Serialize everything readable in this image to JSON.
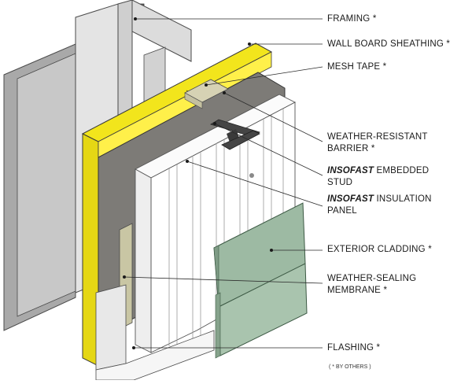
{
  "labels": {
    "framing": "FRAMING *",
    "sheathing": "WALL BOARD SHEATHING *",
    "mesh_tape": "MESH TAPE *",
    "wrb_line1": "WEATHER-RESISTANT",
    "wrb_line2": "BARRIER *",
    "stud_brand": "INSOFAST",
    "stud_line1": " EMBEDDED",
    "stud_line2": "STUD",
    "panel_brand": "INSOFAST",
    "panel_line1": " INSULATION",
    "panel_line2": "PANEL",
    "cladding": "EXTERIOR CLADDING *",
    "membrane_line1": "WEATHER-SEALING",
    "membrane_line2": "MEMBRANE *",
    "flashing": "FLASHING *"
  },
  "footnote": "( * BY OTHERS )",
  "colors": {
    "sheathing": "#f2e51c",
    "framing": "#dcdcdc",
    "framing_dark": "#a8a8a8",
    "barrier": "#7d7b77",
    "panel": "#ffffff",
    "cladding": "#9dbaa3",
    "membrane": "#c9c6a4",
    "flashing": "#f1f1f1",
    "stud": "#454545"
  }
}
